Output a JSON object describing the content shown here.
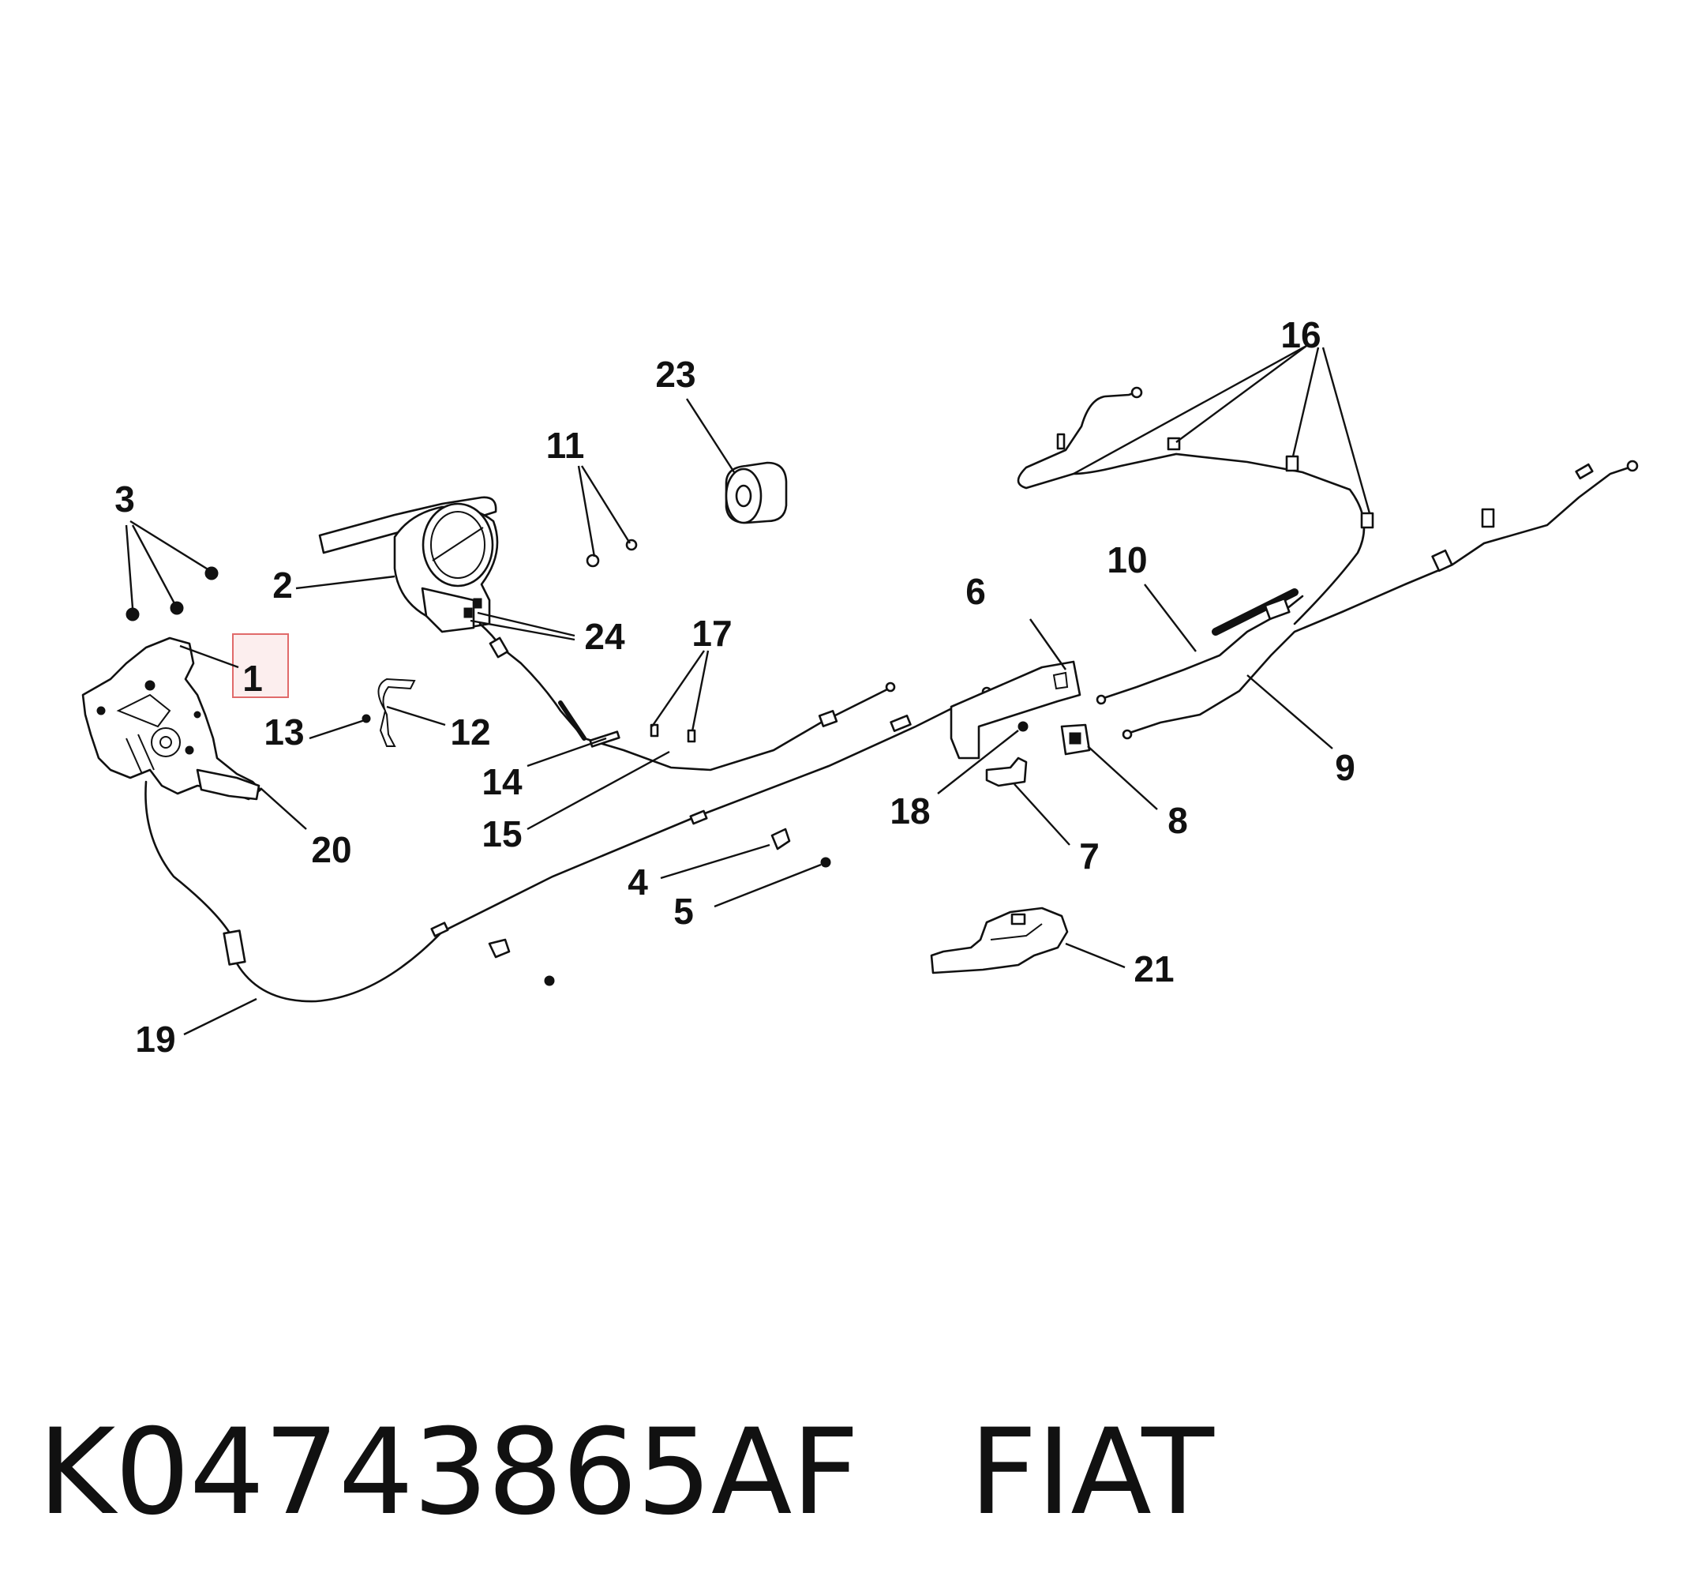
{
  "diagram": {
    "callouts": [
      {
        "id": "c1",
        "text": "1"
      },
      {
        "id": "c2",
        "text": "2"
      },
      {
        "id": "c3",
        "text": "3"
      },
      {
        "id": "c4",
        "text": "4"
      },
      {
        "id": "c5",
        "text": "5"
      },
      {
        "id": "c6",
        "text": "6"
      },
      {
        "id": "c7",
        "text": "7"
      },
      {
        "id": "c8",
        "text": "8"
      },
      {
        "id": "c9",
        "text": "9"
      },
      {
        "id": "c10",
        "text": "10"
      },
      {
        "id": "c11",
        "text": "11"
      },
      {
        "id": "c12",
        "text": "12"
      },
      {
        "id": "c13",
        "text": "13"
      },
      {
        "id": "c14",
        "text": "14"
      },
      {
        "id": "c15",
        "text": "15"
      },
      {
        "id": "c16",
        "text": "16"
      },
      {
        "id": "c17",
        "text": "17"
      },
      {
        "id": "c18",
        "text": "18"
      },
      {
        "id": "c19",
        "text": "19"
      },
      {
        "id": "c20",
        "text": "20"
      },
      {
        "id": "c21",
        "text": "21"
      },
      {
        "id": "c23",
        "text": "23"
      },
      {
        "id": "c24",
        "text": "24"
      }
    ],
    "highlighted_callout": "1",
    "highlight_color": "#e06a6a"
  },
  "footer": {
    "part_number": "K04743865AF",
    "brand": "FIAT"
  }
}
